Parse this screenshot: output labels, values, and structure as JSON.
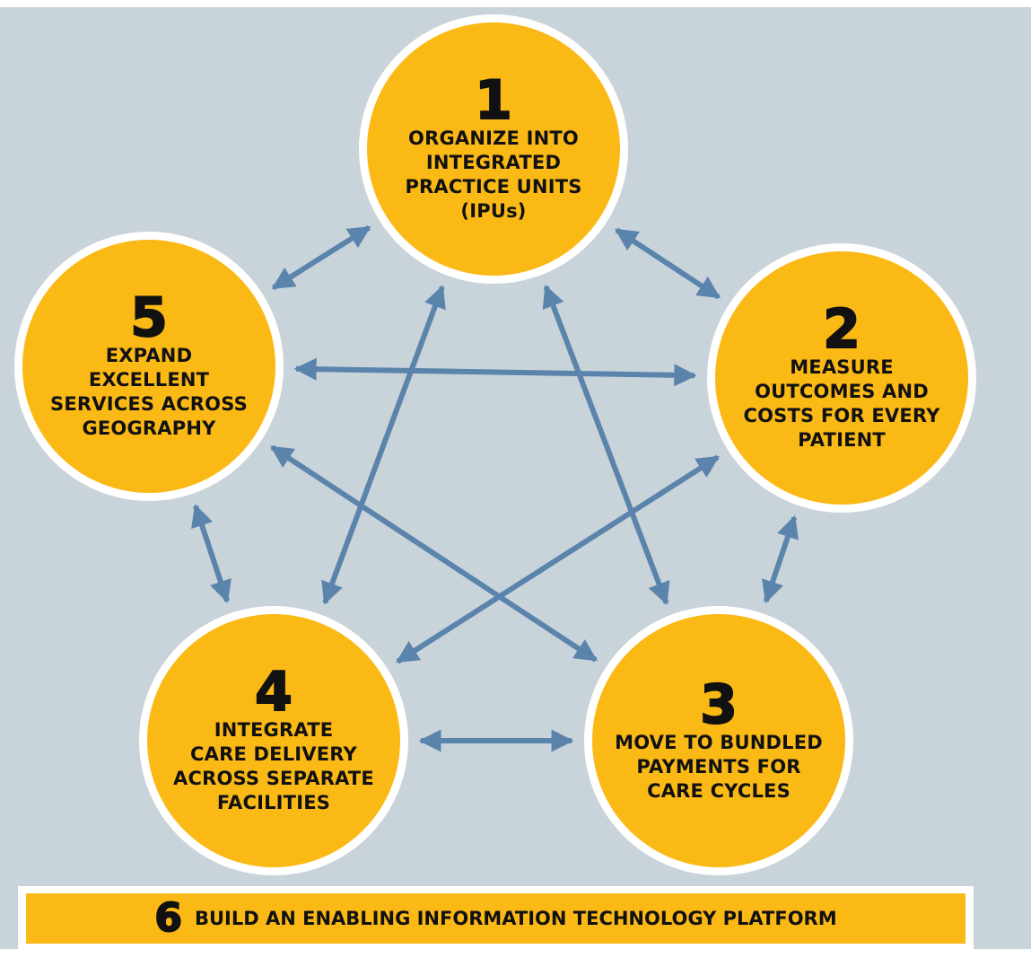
{
  "colors": {
    "background": "#c9d3da",
    "circle_fill": "#fbb916",
    "circle_border": "#ffffff",
    "arrow": "#5b84ac",
    "text": "#111111"
  },
  "steps": [
    {
      "number": "1",
      "label": "ORGANIZE INTO\nINTEGRATED\nPRACTICE UNITS\n(IPUs)"
    },
    {
      "number": "2",
      "label": "MEASURE\nOUTCOMES AND\nCOSTS FOR EVERY\nPATIENT"
    },
    {
      "number": "3",
      "label": "MOVE TO BUNDLED\nPAYMENTS FOR\nCARE CYCLES"
    },
    {
      "number": "4",
      "label": "INTEGRATE\nCARE DELIVERY\nACROSS SEPARATE\nFACILITIES"
    },
    {
      "number": "5",
      "label": "EXPAND\nEXCELLENT\nSERVICES ACROSS\nGEOGRAPHY"
    }
  ],
  "platform": {
    "number": "6",
    "label": "BUILD AN ENABLING INFORMATION TECHNOLOGY PLATFORM"
  },
  "connections": [
    {
      "from": "1",
      "to": "2",
      "direction": "both"
    },
    {
      "from": "1",
      "to": "3",
      "direction": "both"
    },
    {
      "from": "1",
      "to": "4",
      "direction": "both"
    },
    {
      "from": "1",
      "to": "5",
      "direction": "both"
    },
    {
      "from": "2",
      "to": "3",
      "direction": "both"
    },
    {
      "from": "2",
      "to": "4",
      "direction": "both"
    },
    {
      "from": "2",
      "to": "5",
      "direction": "both"
    },
    {
      "from": "3",
      "to": "4",
      "direction": "both"
    },
    {
      "from": "3",
      "to": "5",
      "direction": "both"
    },
    {
      "from": "4",
      "to": "5",
      "direction": "both"
    }
  ]
}
